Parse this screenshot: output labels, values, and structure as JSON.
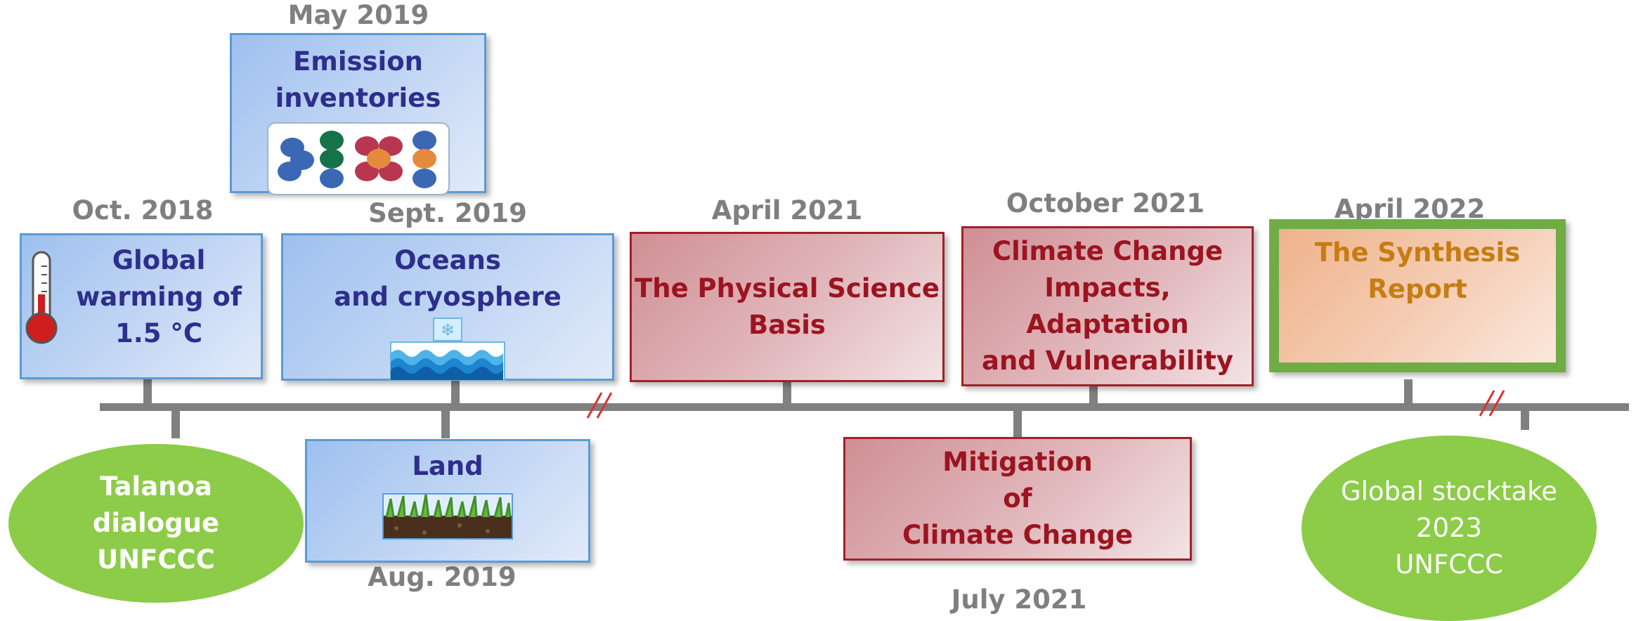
{
  "colors": {
    "timeline": "#808080",
    "blue_text": "#2e2e8c",
    "red_text": "#9c1420",
    "orange_text": "#c57d13",
    "green": "#8ccc48",
    "green_border": "#6fac46",
    "date_gray": "#7f7f7f",
    "break_mark": "#e03030"
  },
  "reports": {
    "sr15": {
      "date": "Oct. 2018",
      "title_lines": [
        "Global",
        "warming of",
        "1.5 °C"
      ],
      "icon": "thermometer-icon"
    },
    "emission": {
      "date": "May 2019",
      "title_lines": [
        "Emission",
        "inventories"
      ],
      "icon": "molecules-icon"
    },
    "oceans": {
      "date": "Sept. 2019",
      "title_lines": [
        "Oceans",
        "and cryosphere"
      ],
      "icon": "ocean-waves-icon"
    },
    "land": {
      "date": "Aug. 2019",
      "title_lines": [
        "Land"
      ],
      "icon": "soil-grass-icon"
    },
    "wg1": {
      "date": "April 2021",
      "title_lines": [
        "The Physical Science",
        "Basis"
      ]
    },
    "wg3": {
      "date": "July 2021",
      "title_lines": [
        "Mitigation",
        "of",
        "Climate Change"
      ]
    },
    "wg2": {
      "date": "October 2021",
      "title_lines": [
        "Climate Change",
        "Impacts, Adaptation",
        "and Vulnerability"
      ]
    },
    "syr": {
      "date": "April 2022",
      "title_lines": [
        "The Synthesis",
        "Report"
      ]
    }
  },
  "events": {
    "talanoa": {
      "lines": [
        "Talanoa",
        "dialogue",
        "UNFCCC"
      ]
    },
    "stocktake": {
      "lines": [
        "Global stocktake",
        "2023",
        "UNFCCC"
      ]
    }
  }
}
